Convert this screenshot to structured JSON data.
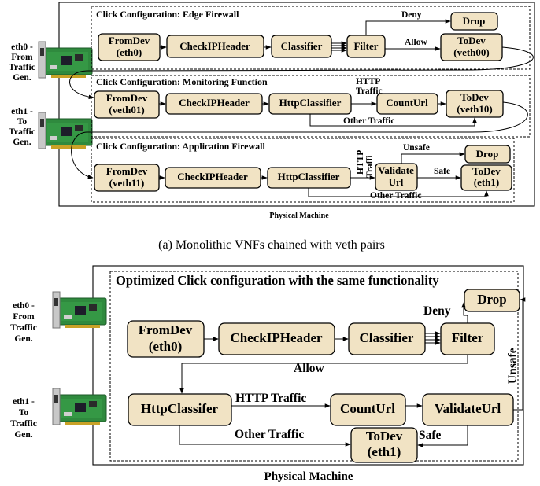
{
  "top": {
    "outer_label": "Physical Machine",
    "caption": "(a) Monolithic VNFs chained with veth pairs",
    "nics": [
      {
        "lines": [
          "eth0 -",
          "From",
          "Traffic",
          "Gen."
        ]
      },
      {
        "lines": [
          "eth1 -",
          "To",
          "Traffic",
          "Gen."
        ]
      }
    ],
    "configs": [
      {
        "title": "Click Configuration: Edge Firewall",
        "boxes": {
          "fromdev": [
            "FromDev",
            "(eth0)"
          ],
          "check": "CheckIPHeader",
          "classifier": "Classifier",
          "filter": "Filter",
          "drop": "Drop",
          "todev": [
            "ToDev",
            "(veth00)"
          ]
        },
        "labels": {
          "deny": "Deny",
          "allow": "Allow"
        }
      },
      {
        "title": "Click Configuration: Monitoring Function",
        "boxes": {
          "fromdev": [
            "FromDev",
            "(veth01)"
          ],
          "check": "CheckIPHeader",
          "http": "HttpClassifier",
          "counturl": "CountUrl",
          "todev": [
            "ToDev",
            "(veth10)"
          ]
        },
        "labels": {
          "http": [
            "HTTP",
            "Traffic"
          ],
          "other": "Other Traffic"
        }
      },
      {
        "title": "Click Configuration: Application Firewall",
        "boxes": {
          "fromdev": [
            "FromDev",
            "(veth11)"
          ],
          "check": "CheckIPHeader",
          "http": "HttpClassifier",
          "validate": [
            "Validate",
            "Url"
          ],
          "drop": "Drop",
          "todev": [
            "ToDev",
            "(eth1)"
          ]
        },
        "labels": {
          "http": [
            "HTTP",
            "Traffi"
          ],
          "unsafe": "Unsafe",
          "safe": "Safe",
          "other": "Other Traffic"
        }
      }
    ]
  },
  "bottom": {
    "title": "Optimized Click configuration with the same functionality",
    "outer_label": "Physical Machine",
    "nics": [
      {
        "lines": [
          "eth0 -",
          "From",
          "Traffic",
          "Gen."
        ]
      },
      {
        "lines": [
          "eth1 -",
          "To",
          "Traffic",
          "Gen."
        ]
      }
    ],
    "boxes": {
      "fromdev": [
        "FromDev",
        "(eth0)"
      ],
      "check": "CheckIPHeader",
      "classifier": "Classifier",
      "filter": "Filter",
      "drop": "Drop",
      "http": "HttpClassifer",
      "counturl": "CountUrl",
      "validate": "ValidateUrl",
      "todev": [
        "ToDev",
        "(eth1)"
      ]
    },
    "labels": {
      "deny": "Deny",
      "allow": "Allow",
      "unsafe": "Unsafe",
      "http": "HTTP Traffic",
      "other": "Other Traffic",
      "safe": "Safe"
    }
  }
}
